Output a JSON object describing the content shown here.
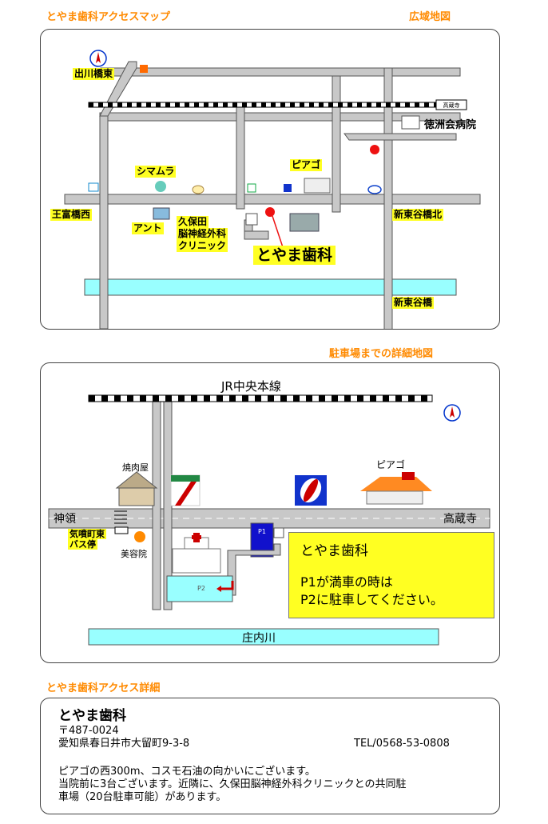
{
  "section1": {
    "title": "とやま歯科アクセスマップ",
    "link": "広域地図",
    "labels": {
      "degawa": "出川橋東",
      "tokushukai": "徳洲会病院",
      "takakuraji": "高蔵寺",
      "shimamura": "シマムラ",
      "piago": "ピアゴ",
      "otomi": "王富橋西",
      "shinhigashiyabashi_kita": "新東谷橋北",
      "ant": "アント",
      "kubota": [
        "久保田",
        "脳神経外科",
        "クリニック"
      ],
      "clinic": "とやま歯科",
      "shinhigashiyabashi": "新東谷橋"
    }
  },
  "section2": {
    "title": "駐車場までの詳細地図",
    "labels": {
      "jr": "JR中央本線",
      "yakiniku": "焼肉屋",
      "piago": "ピアゴ",
      "kanryo": "神領",
      "takakuraji": "高蔵寺",
      "bus_stop": [
        "気噴町東",
        "バス停"
      ],
      "biyouin": "美容院",
      "p1": "P1",
      "p2": "P2",
      "shonaigawa": "庄内川"
    },
    "note": {
      "name": "とやま歯科",
      "line1": "P1が満車の時は",
      "line2": "P2に駐車してください。"
    }
  },
  "section3": {
    "title": "とやま歯科アクセス詳細",
    "name": "とやま歯科",
    "postal": "〒487-0024",
    "address": "愛知県春日井市大留町9-3-8",
    "tel": "TEL/0568-53-0808",
    "desc": [
      "ピアゴの西300m、コスモ石油の向かいにございます。",
      "当院前に3台ございます。近隣に、久保田脳神経外科クリニックとの共同駐",
      "車場（20台駐車可能）があります。"
    ]
  },
  "colors": {
    "heading": "#ff8a00",
    "road": "#c8c8c8",
    "river": "#99ffff",
    "highlight": "#ffff22",
    "marker": "#ee1111"
  }
}
